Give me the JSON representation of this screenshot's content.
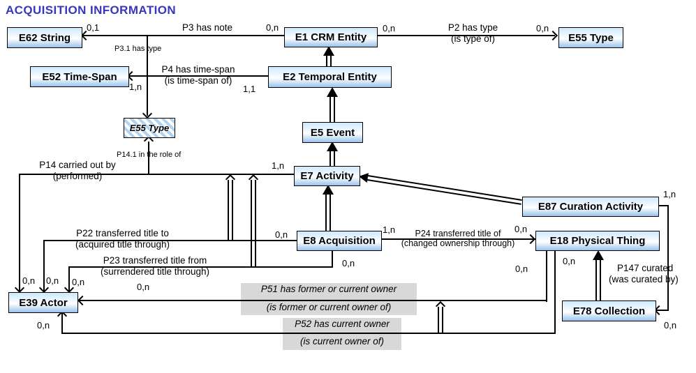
{
  "title": "ACQUISITION INFORMATION",
  "diagram_type": "CIDOC CRM entity-property graph",
  "entities": {
    "e62": {
      "label": "E62 String"
    },
    "e1": {
      "label": "E1 CRM Entity"
    },
    "e55_top": {
      "label": "E55 Type"
    },
    "e52": {
      "label": "E52 Time-Span"
    },
    "e2": {
      "label": "E2 Temporal Entity"
    },
    "e55_role": {
      "label": "E55 Type"
    },
    "e5": {
      "label": "E5 Event"
    },
    "e7": {
      "label": "E7 Activity"
    },
    "e87": {
      "label": "E87 Curation Activity"
    },
    "e8": {
      "label": "E8 Acquisition"
    },
    "e18": {
      "label": "E18 Physical Thing"
    },
    "e39": {
      "label": "E39 Actor"
    },
    "e78": {
      "label": "E78 Collection"
    }
  },
  "properties": {
    "p3": {
      "label": "P3 has note",
      "card_from": "0,n",
      "card_to": "0,1"
    },
    "p3_1": {
      "label": "P3.1 has type"
    },
    "p2": {
      "label": "P2 has type",
      "inverse": "(is type of)",
      "card_from": "0,n",
      "card_to": "0,n"
    },
    "p4": {
      "label": "P4 has time-span",
      "inverse": "(is time-span of)",
      "card_from": "1,1",
      "card_to": "1,n"
    },
    "p14": {
      "label": "P14 carried out by",
      "inverse": "(performed)",
      "card_from": "1,n",
      "card_to": "0,n"
    },
    "p14_1": {
      "label": "P14.1 in the role of"
    },
    "p22": {
      "label": "P22 transferred title to",
      "inverse": "(acquired title through)",
      "card_from": "0,n",
      "card_to": "0,n"
    },
    "p23": {
      "label": "P23 transferred title from",
      "inverse": "(surrendered title through)",
      "card_from": "0,n",
      "card_to": "0,n"
    },
    "p24": {
      "label": "P24 transferred title of",
      "inverse": "(changed ownership through)",
      "card_from": "1,n",
      "card_to": "0,n"
    },
    "p51": {
      "label": "P51 has former or current owner",
      "inverse": "(is former or current owner of)",
      "card_from": "0,n",
      "card_to": "0,n"
    },
    "p52": {
      "label": "P52 has current owner",
      "inverse": "(is current owner of)",
      "card_from": "0,n",
      "card_to": "0,n"
    },
    "p147": {
      "label": "P147 curated",
      "inverse": "(was curated by)",
      "card_from": "1,n",
      "card_to": "0,n"
    }
  },
  "colors": {
    "title_blue": "#3636bf",
    "box_border": "#000000",
    "box_fill_top": "#cfe9fc",
    "box_fill_bottom": "#9ac3ec",
    "hatch_blue": "#aed3f2",
    "property_label_gray": "#d8d8d8",
    "line_black": "#000000"
  }
}
